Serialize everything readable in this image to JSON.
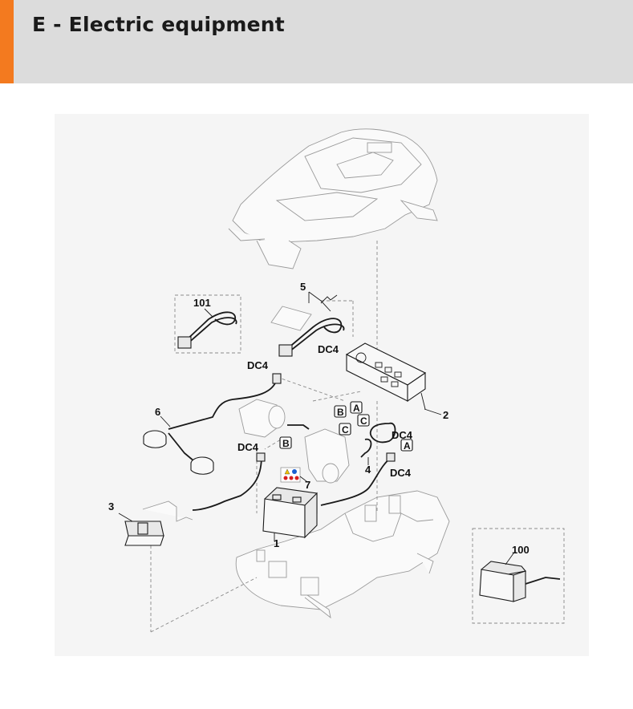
{
  "header": {
    "title": "E - Electric equipment",
    "background_color": "#dcdcdc",
    "accent_color": "#f37a1f"
  },
  "diagram": {
    "callouts": {
      "c1": "1",
      "c2": "2",
      "c3": "3",
      "c4": "4",
      "c5": "5",
      "c6": "6",
      "c7": "7",
      "c100": "100",
      "c101": "101"
    },
    "connectors": {
      "dc4_a": "DC4",
      "dc4_b": "DC4",
      "dc4_c": "DC4",
      "dc4_d": "DC4",
      "dc4_e": "DC4"
    },
    "boxed_letters": {
      "a1": "A",
      "a2": "A",
      "b1": "B",
      "b2": "B",
      "c1": "C",
      "c2": "C"
    }
  }
}
